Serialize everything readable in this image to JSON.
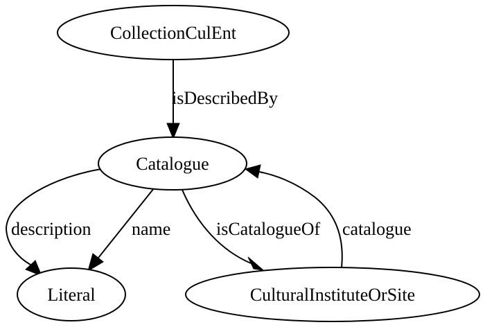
{
  "diagram": {
    "nodes": {
      "collection": "CollectionCulEnt",
      "catalogue": "Catalogue",
      "literal": "Literal",
      "institute": "CulturalInstituteOrSite"
    },
    "edges": {
      "is_described_by": "isDescribedBy",
      "description": "description",
      "name": "name",
      "is_catalogue_of": "isCatalogueOf",
      "catalogue": "catalogue"
    }
  }
}
